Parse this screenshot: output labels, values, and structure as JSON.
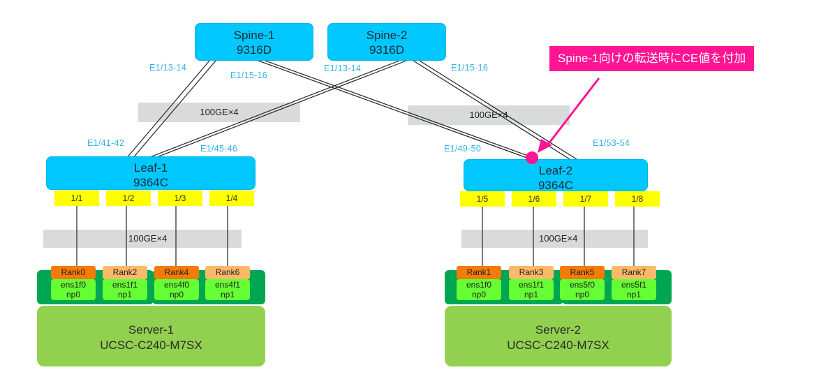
{
  "spines": [
    {
      "name": "Spine-1",
      "model": "9316D"
    },
    {
      "name": "Spine-2",
      "model": "9316D"
    }
  ],
  "leaves": [
    {
      "name": "Leaf-1",
      "model": "9364C"
    },
    {
      "name": "Leaf-2",
      "model": "9364C"
    }
  ],
  "uplink_bands": [
    "100GE×4",
    "100GE×4"
  ],
  "downlink_bands": [
    "100GE×4",
    "100GE×4"
  ],
  "interface_labels": {
    "spine1_left": "E1/13-14",
    "spine1_right": "E1/15-16",
    "spine2_left": "E1/13-14",
    "spine2_right": "E1/15-16",
    "leaf1_left": "E1/41-42",
    "leaf1_right": "E1/45-46",
    "leaf2_left": "E1/49-50",
    "leaf2_right": "E1/53-54"
  },
  "leaf1_ports": [
    "1/1",
    "1/2",
    "1/3",
    "1/4"
  ],
  "leaf2_ports": [
    "1/5",
    "1/6",
    "1/7",
    "1/8"
  ],
  "server1": {
    "name": "Server-1",
    "model": "UCSC-C240-M7SX",
    "nics": [
      {
        "rank": "Rank0",
        "iface": "ens1f0",
        "np": "np0"
      },
      {
        "rank": "Rank2",
        "iface": "ens1f1",
        "np": "np1"
      },
      {
        "rank": "Rank4",
        "iface": "ens4f0",
        "np": "np0"
      },
      {
        "rank": "Rank6",
        "iface": "ens4f1",
        "np": "np1"
      }
    ]
  },
  "server2": {
    "name": "Server-2",
    "model": "UCSC-C240-M7SX",
    "nics": [
      {
        "rank": "Rank1",
        "iface": "ens1f0",
        "np": "np0"
      },
      {
        "rank": "Rank3",
        "iface": "ens1f1",
        "np": "np1"
      },
      {
        "rank": "Rank5",
        "iface": "ens5f0",
        "np": "np0"
      },
      {
        "rank": "Rank7",
        "iface": "ens5f1",
        "np": "np1"
      }
    ]
  },
  "callout": "Spine-1向けの転送時にCE値を付加",
  "colors": {
    "switch": "#00c8ff",
    "port": "#ffff00",
    "nic": "#66ff33",
    "nic_group": "#00a651",
    "server": "#92d050",
    "rank_even": "#f47b0a",
    "rank_odd_light": "#fcb96a",
    "callout": "#ff1493",
    "interface_label": "#2fb3e6"
  }
}
